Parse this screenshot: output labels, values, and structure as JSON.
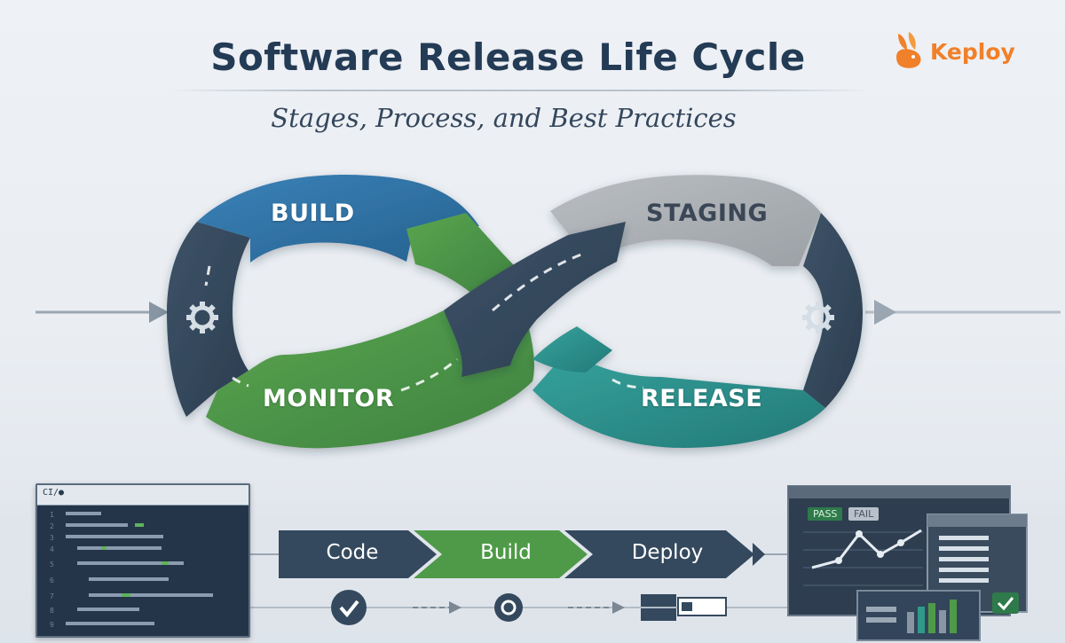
{
  "header": {
    "title": "Software Release Life Cycle",
    "subtitle": "Stages, Process, and Best Practices"
  },
  "brand": {
    "name": "Keploy",
    "color": "#f0802a"
  },
  "cycle": {
    "stages": [
      {
        "name": "BUILD",
        "color": "#2e74a8"
      },
      {
        "name": "STAGING",
        "color": "#a9adb1"
      },
      {
        "name": "MONITOR",
        "color": "#4f9a48"
      },
      {
        "name": "RELEASE",
        "color": "#2e8e8a"
      }
    ],
    "loop_color": "#34495e",
    "icons": [
      "gear-icon",
      "gear-icon"
    ]
  },
  "ci_panel": {
    "caption": "CI/●",
    "line_numbers": [
      "1",
      "2",
      "3",
      "4",
      "5",
      "6",
      "7",
      "8",
      "9"
    ]
  },
  "pipeline": {
    "steps": [
      {
        "label": "Code",
        "color": "#34495e"
      },
      {
        "label": "Build",
        "color": "#4f9a48"
      },
      {
        "label": "Deploy",
        "color": "#34495e"
      }
    ],
    "step_icons": [
      "check-icon",
      "gear-icon",
      "server-icon"
    ]
  },
  "dashboard": {
    "pass_label": "PASS",
    "fail_label": "FAIL",
    "status_icon": "check-icon"
  }
}
